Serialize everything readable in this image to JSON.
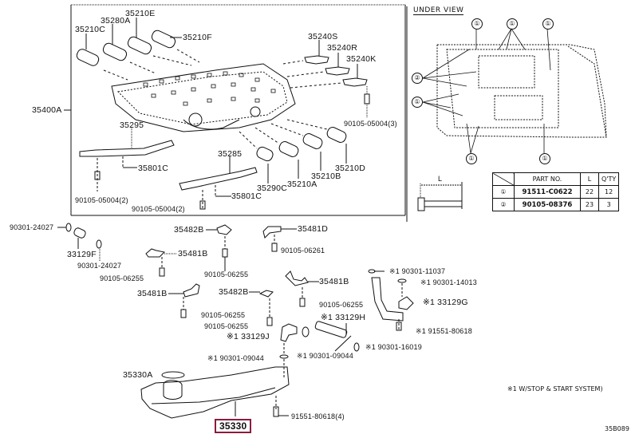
{
  "diagram": {
    "figure_code": "35B089",
    "footnote": "※1 W/STOP & START SYSTEM)",
    "under_view": {
      "title": "UNDER VIEW",
      "callouts": [
        "①",
        "①",
        "①",
        "②",
        "①",
        "①",
        "①"
      ]
    },
    "bolt_table": {
      "dimension_label": "L",
      "headers": {
        "part_no": "PART NO.",
        "l": "L",
        "qty": "Q'TY"
      },
      "rows": [
        {
          "key": "①",
          "part_no": "91511-C0622",
          "l": "22",
          "qty": "12"
        },
        {
          "key": "②",
          "part_no": "90105-08376",
          "l": "23",
          "qty": "3"
        }
      ]
    },
    "labels": {
      "p35210E": "35210E",
      "p35280A": "35280A",
      "p35210C": "35210C",
      "p35210F": "35210F",
      "p35400A": "35400A",
      "p35240S": "35240S",
      "p35240R": "35240R",
      "p35240K": "35240K",
      "b90105_05004_3": "90105-05004(3)",
      "p35295": "35295",
      "p35801C_a": "35801C",
      "b90105_05004_2a": "90105-05004(2)",
      "p35285": "35285",
      "p35801C_b": "35801C",
      "b90105_05004_2b": "90105-05004(2)",
      "p35290C": "35290C",
      "p35210A": "35210A",
      "p35210B": "35210B",
      "p35210D": "35210D",
      "o90301_24027_a": "90301-24027",
      "p33129F": "33129F",
      "o90301_24027_b": "90301-24027",
      "p35482B_a": "35482B",
      "p35481D": "35481D",
      "p35481B_a": "35481B",
      "b90105_06261": "90105-06261",
      "b90105_06255_a": "90105-06255",
      "b90105_06255_b": "90105-06255",
      "o90301_11037": "※1 90301-11037",
      "o90301_14013": "※1 90301-14013",
      "p35481B_b": "35481B",
      "b90105_06255_c": "90105-06255",
      "p33129G": "※1 33129G",
      "p35481B_c": "35481B",
      "p35482B_b": "35482B",
      "b90105_06255_d": "90105-06255",
      "b90105_06255_e": "90105-06255",
      "p33129H": "※1 33129H",
      "b91551_80618": "※1 91551-80618",
      "p33129J": "※1 33129J",
      "o90301_16019": "※1 90301-16019",
      "o90301_09044_a": "※1 90301-09044",
      "o90301_09044_b": "※1 90301-09044",
      "p35330A": "35330A",
      "b91551_80618_4": "91551-80618(4)",
      "p35330": "35330"
    }
  }
}
